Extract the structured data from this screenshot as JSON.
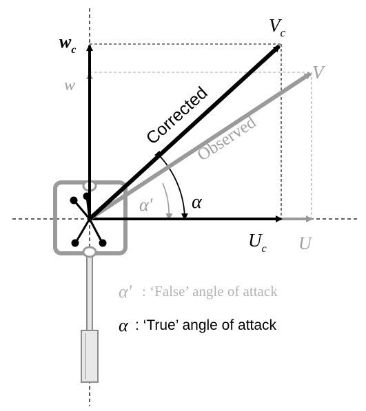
{
  "vectors": {
    "corrected": {
      "label": "Corrected",
      "symbol_main": "V",
      "symbol_sub": "c"
    },
    "observed": {
      "label": "Observed",
      "symbol_main": "V",
      "symbol_sub": ""
    }
  },
  "components": {
    "w_c": {
      "main": "w",
      "sub": "c"
    },
    "w": {
      "main": "w"
    },
    "u_c": {
      "main": "U",
      "sub": "c"
    },
    "u": {
      "main": "U"
    }
  },
  "angles": {
    "alpha_true": "α",
    "alpha_false": "α′"
  },
  "legend": {
    "false_symbol": "α′",
    "false_text": ": ‘False’ angle of attack",
    "true_symbol": "α",
    "true_text": " : ‘True’ angle of attack"
  },
  "colors": {
    "black": "#000000",
    "gray": "#9a9a9a",
    "light_gray": "#b3b3b3"
  }
}
